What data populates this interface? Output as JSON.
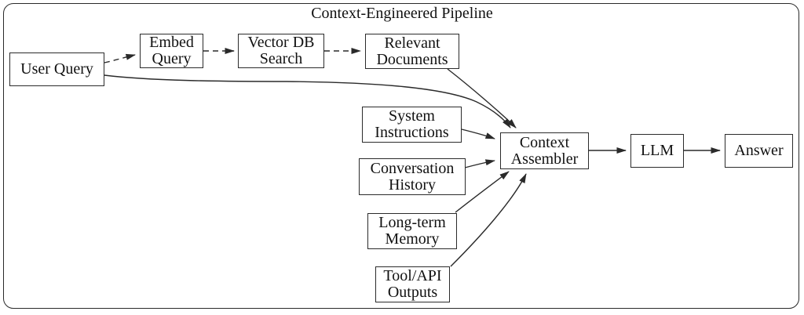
{
  "diagram": {
    "title": "Context-Engineered Pipeline",
    "type": "flowchart"
  },
  "nodes": {
    "user_query": {
      "label": "User Query"
    },
    "embed_query": {
      "label": "Embed\nQuery"
    },
    "vector_db_search": {
      "label": "Vector DB\nSearch"
    },
    "relevant_documents": {
      "label": "Relevant\nDocuments"
    },
    "system_instructions": {
      "label": "System\nInstructions"
    },
    "conversation_history": {
      "label": "Conversation\nHistory"
    },
    "long_term_memory": {
      "label": "Long-term\nMemory"
    },
    "tool_api_outputs": {
      "label": "Tool/API\nOutputs"
    },
    "context_assembler": {
      "label": "Context\nAssembler"
    },
    "llm": {
      "label": "LLM"
    },
    "answer": {
      "label": "Answer"
    }
  },
  "edges": [
    {
      "from": "User Query",
      "to": "Embed Query",
      "style": "dashed"
    },
    {
      "from": "Embed Query",
      "to": "Vector DB Search",
      "style": "dashed"
    },
    {
      "from": "Vector DB Search",
      "to": "Relevant Documents",
      "style": "dashed"
    },
    {
      "from": "Relevant Documents",
      "to": "Context Assembler",
      "style": "solid"
    },
    {
      "from": "User Query",
      "to": "Context Assembler",
      "style": "solid"
    },
    {
      "from": "System Instructions",
      "to": "Context Assembler",
      "style": "solid"
    },
    {
      "from": "Conversation History",
      "to": "Context Assembler",
      "style": "solid"
    },
    {
      "from": "Long-term Memory",
      "to": "Context Assembler",
      "style": "solid"
    },
    {
      "from": "Tool/API Outputs",
      "to": "Context Assembler",
      "style": "solid"
    },
    {
      "from": "Context Assembler",
      "to": "LLM",
      "style": "solid"
    },
    {
      "from": "LLM",
      "to": "Answer",
      "style": "solid"
    }
  ],
  "colors": {
    "stroke": "#2a2a2a",
    "text": "#111111",
    "background": "#ffffff"
  }
}
